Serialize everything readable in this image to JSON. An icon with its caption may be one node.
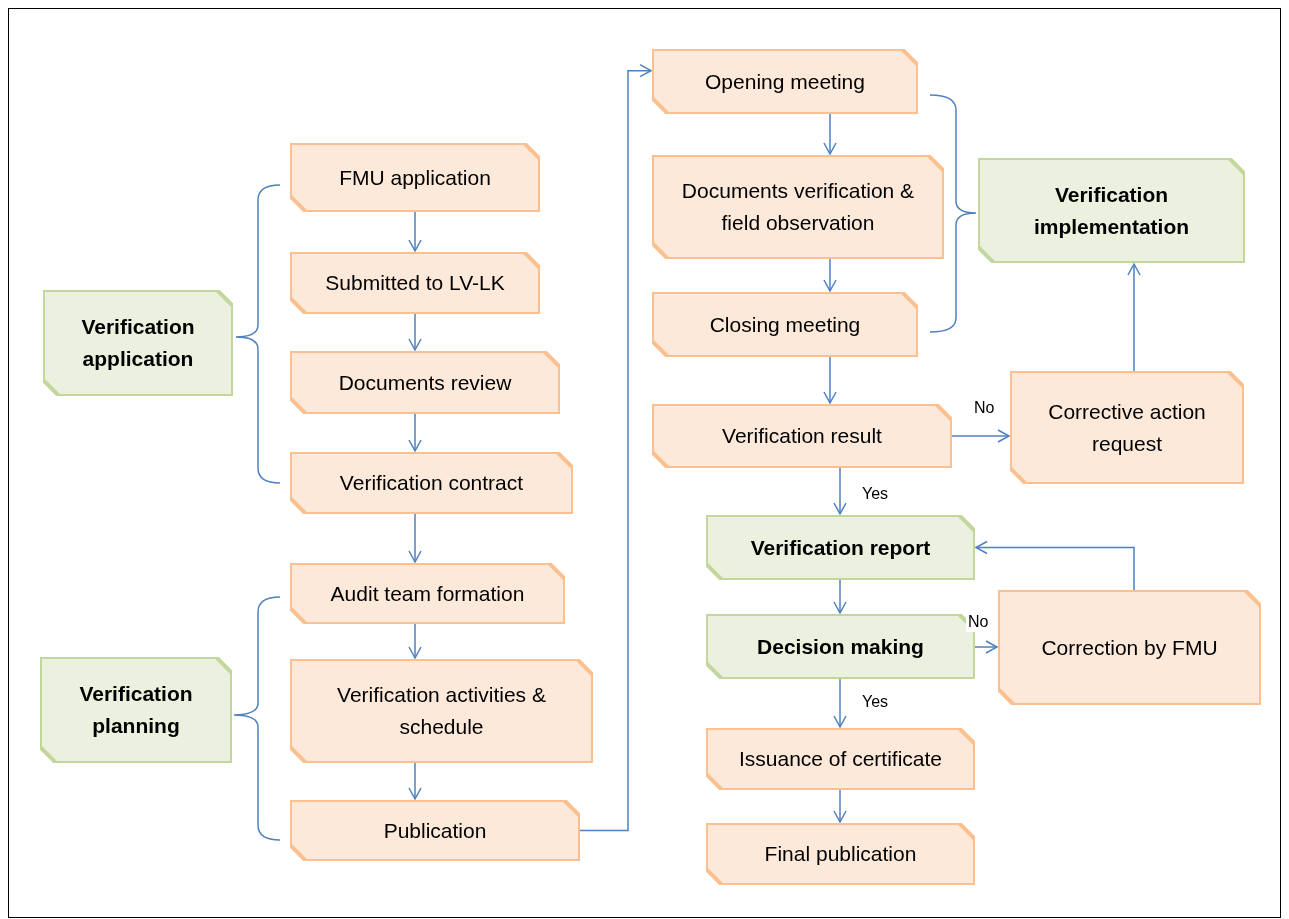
{
  "diagram": {
    "nodes": [
      {
        "text": [
          "Verification application"
        ]
      },
      {
        "text": [
          "FMU application"
        ]
      },
      {
        "text": [
          "Submitted to LV-LK"
        ]
      },
      {
        "text": [
          "Documents review"
        ]
      },
      {
        "text": [
          "Verification contract"
        ]
      },
      {
        "text": [
          "Audit team formation"
        ]
      },
      {
        "text": [
          "Verification planning"
        ]
      },
      {
        "text": [
          "Verification activities & schedule"
        ]
      },
      {
        "text": [
          "Publication"
        ]
      },
      {
        "text": [
          "Opening meeting"
        ]
      },
      {
        "text": [
          "Documents verification & field observation"
        ]
      },
      {
        "text": [
          "Closing meeting"
        ]
      },
      {
        "text": [
          "Verification implementation"
        ]
      },
      {
        "text": [
          "Verification result"
        ]
      },
      {
        "text": [
          "Corrective action request"
        ]
      },
      {
        "text": [
          "Verification report"
        ]
      },
      {
        "text": [
          "Decision making"
        ]
      },
      {
        "text": [
          "Correction by FMU"
        ]
      },
      {
        "text": [
          "Issuance of certificate"
        ]
      },
      {
        "text": [
          "Final publication"
        ]
      }
    ],
    "edges": [
      {
        "from": 1,
        "to": 2,
        "arrow": "to"
      },
      {
        "from": 2,
        "to": 3,
        "arrow": "to"
      },
      {
        "from": 3,
        "to": 4,
        "arrow": "to"
      },
      {
        "from": 4,
        "to": 5,
        "arrow": "to"
      },
      {
        "from": 5,
        "to": 7,
        "arrow": "to"
      },
      {
        "from": 7,
        "to": 8,
        "arrow": "to"
      },
      {
        "from": 8,
        "to": 9,
        "arrow": "to"
      },
      {
        "from": 9,
        "to": 10,
        "arrow": "to"
      },
      {
        "from": 10,
        "to": 11,
        "arrow": "to"
      },
      {
        "from": 11,
        "to": 13,
        "arrow": "to"
      },
      {
        "from": 13,
        "to": 14,
        "arrow": "to",
        "label": "No"
      },
      {
        "from": 14,
        "to": 12,
        "arrow": "to"
      },
      {
        "from": 13,
        "to": 15,
        "arrow": "to",
        "label": "Yes"
      },
      {
        "from": 15,
        "to": 16,
        "arrow": "to"
      },
      {
        "from": 16,
        "to": 17,
        "arrow": "to",
        "label": "No"
      },
      {
        "from": 17,
        "to": 15,
        "arrow": "to"
      },
      {
        "from": 16,
        "to": 18,
        "arrow": "to",
        "label": "Yes"
      },
      {
        "from": 18,
        "to": 19,
        "arrow": "to"
      }
    ]
  }
}
